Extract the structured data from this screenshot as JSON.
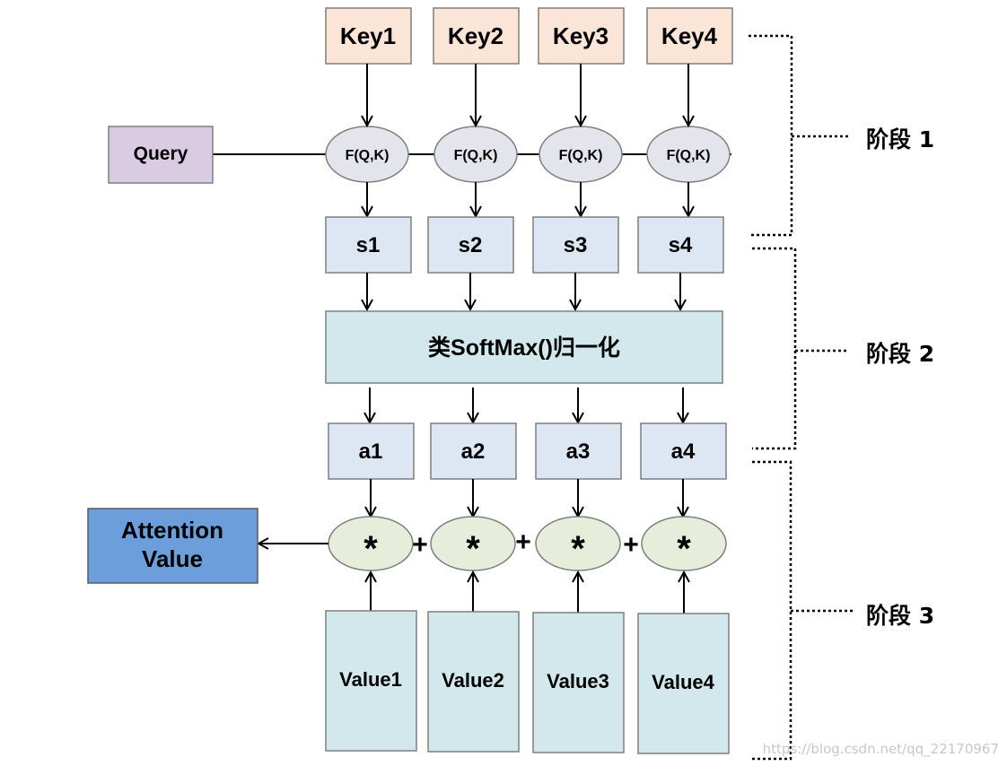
{
  "keys": [
    "Key1",
    "Key2",
    "Key3",
    "Key4"
  ],
  "query": "Query",
  "score_fn": "F(Q,K)",
  "scores": [
    "s1",
    "s2",
    "s3",
    "s4"
  ],
  "softmax": "类SoftMax()归一化",
  "weights": [
    "a1",
    "a2",
    "a3",
    "a4"
  ],
  "multiply_symbol": "*",
  "plus_symbol": "+",
  "attention_value": [
    "Attention",
    "Value"
  ],
  "values": [
    "Value1",
    "Value2",
    "Value3",
    "Value4"
  ],
  "stages": [
    "阶段 1",
    "阶段 2",
    "阶段 3"
  ],
  "watermark": "https://blog.csdn.net/qq_22170967",
  "colors": {
    "key_fill": "#fbe5d6",
    "query_fill": "#d9cbe2",
    "score_fill": "#dde6f3",
    "softmax_fill": "#d2e8ec",
    "value_fill": "#d2e8ec",
    "ellipse_fill": "#e6eedb",
    "fn_ellipse_fill": "#e4e4ec",
    "attention_fill": "#6d9edc",
    "border": "#7f7f7f",
    "line": "#000000"
  }
}
